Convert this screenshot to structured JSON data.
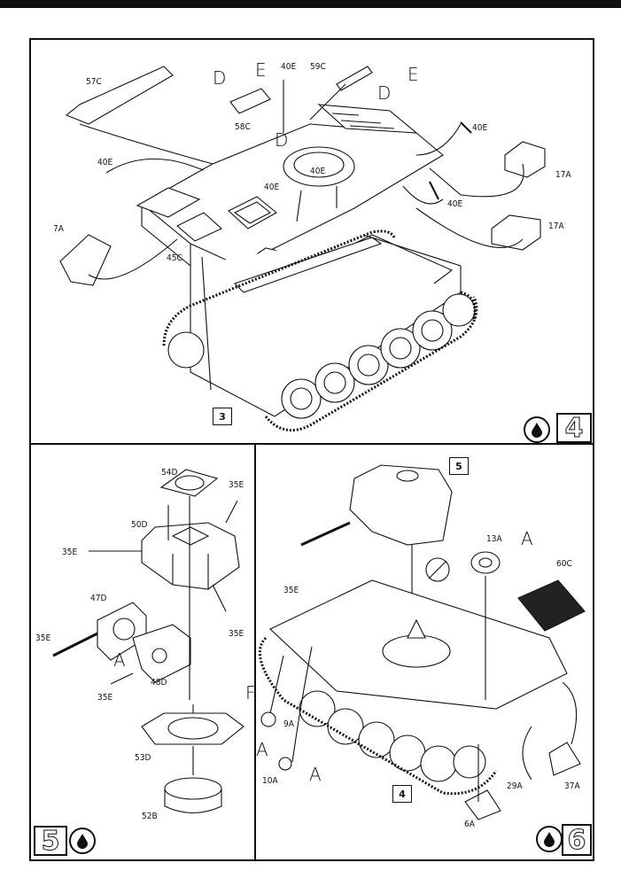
{
  "steps": {
    "s4": {
      "number": "4",
      "ref": "3"
    },
    "s5": {
      "number": "5"
    },
    "s6": {
      "number": "6",
      "ref_top": "5",
      "ref_bottom": "4"
    }
  },
  "icons": {
    "glue": "glue-drop-icon",
    "no_glue": "no-glue-icon"
  },
  "labels4": {
    "p57c": "57C",
    "pD1": "D",
    "pE1": "E",
    "p40e_top": "40E",
    "p59c": "59C",
    "pE2": "E",
    "p58c": "58C",
    "pD2": "D",
    "pD3": "D",
    "p40e_r": "40E",
    "p40e_l": "40E",
    "p40e_mid": "40E",
    "p40e_m2": "40E",
    "p40e_r2": "40E",
    "p17a_1": "17A",
    "p17a_2": "17A",
    "p7a": "7A",
    "p45c": "45C"
  },
  "labels5": {
    "p54d": "54D",
    "p35e_1": "35E",
    "p50d": "50D",
    "p35e_2": "35E",
    "p47d": "47D",
    "p35e_3": "35E",
    "p35e_4": "35E",
    "pA": "A",
    "p48d": "48D",
    "p35e_5": "35E",
    "p53d": "53D",
    "p52b": "52B"
  },
  "labels6": {
    "p13a": "13A",
    "pA1": "A",
    "p60c": "60C",
    "p35e": "35E",
    "pF": "F",
    "p9a": "9A",
    "pA2": "A",
    "p10a": "10A",
    "pA3": "A",
    "p29a": "29A",
    "p37a": "37A",
    "p6a": "6A"
  }
}
